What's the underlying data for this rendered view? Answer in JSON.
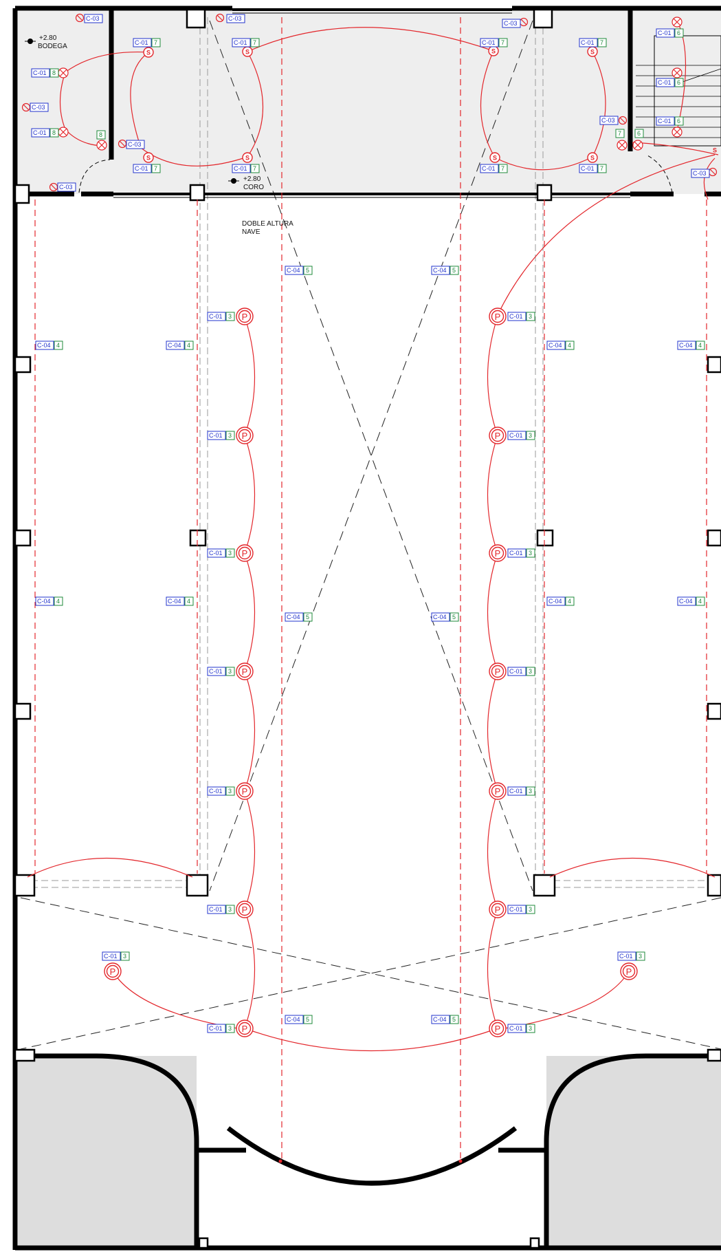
{
  "rooms": {
    "bodega": {
      "level": "+2.80",
      "name": "BODEGA"
    },
    "coro": {
      "level": "+2.80",
      "name": "CORO"
    },
    "nave": {
      "line1": "DOBLE ALTURA",
      "line2": "NAVE"
    }
  },
  "codes": {
    "c01": "C-01",
    "c03": "C-03",
    "c04": "C-04"
  },
  "circuits": {
    "n3": "3",
    "n4": "4",
    "n5": "5",
    "n6": "6",
    "n7": "7",
    "n8": "8"
  },
  "symbols": {
    "pendant": "P",
    "spot": "S"
  },
  "colors": {
    "wire": "#e3262b",
    "code_tag": "#2233cc",
    "circuit_tag": "#1e8a3a",
    "floor_fill": "#eeeeee"
  }
}
